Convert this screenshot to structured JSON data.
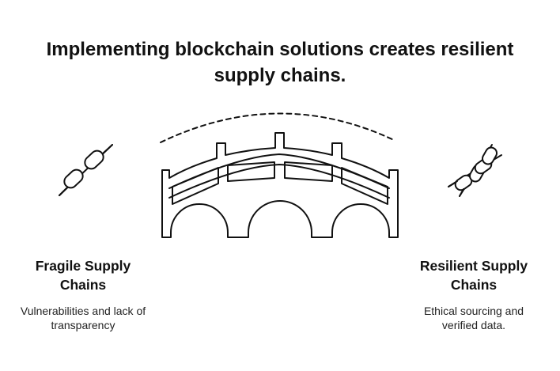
{
  "title": "Implementing blockchain solutions creates resilient supply chains.",
  "left": {
    "heading": "Fragile Supply Chains",
    "description": "Vulnerabilities and lack of transparency",
    "icon": "broken-chain-icon"
  },
  "right": {
    "heading": "Resilient Supply Chains",
    "description": "Ethical sourcing and verified data.",
    "icon": "strong-chain-icon"
  },
  "bridge": {
    "icon": "bridge-icon"
  },
  "colors": {
    "stroke": "#111111",
    "background": "#ffffff"
  }
}
